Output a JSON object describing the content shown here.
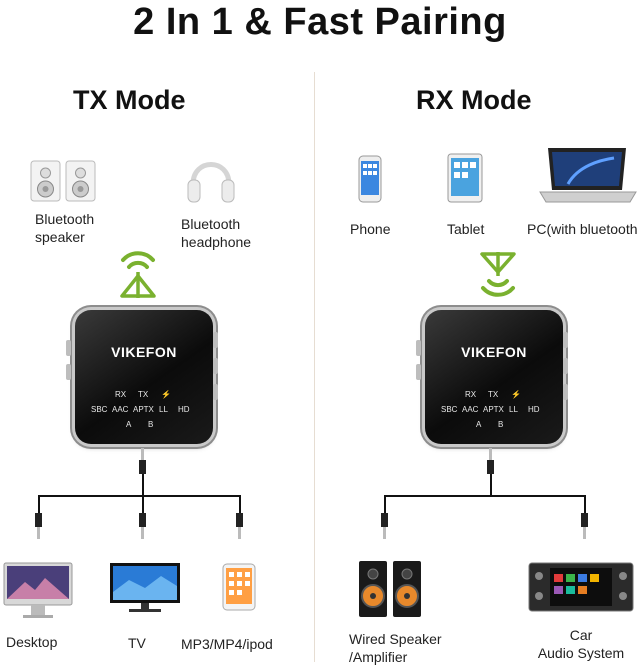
{
  "heading": "2 In 1 & Fast Pairing",
  "tx": {
    "title": "TX Mode",
    "top_items": [
      {
        "label_l1": "Bluetooth",
        "label_l2": "speaker"
      },
      {
        "label_l1": "Bluetooth",
        "label_l2": "headphone"
      }
    ],
    "bottom_items": [
      {
        "label": "Desktop"
      },
      {
        "label": "TV"
      },
      {
        "label": "MP3/MP4/ipod"
      }
    ]
  },
  "rx": {
    "title": "RX Mode",
    "top_items": [
      {
        "label": "Phone"
      },
      {
        "label": "Tablet"
      },
      {
        "label": "PC(with bluetooth"
      }
    ],
    "bottom_items": [
      {
        "label_l1": "Wired Speaker",
        "label_l2": "/Amplifier"
      },
      {
        "label_l1": "Car",
        "label_l2": "Audio System"
      }
    ]
  },
  "device": {
    "brand": "VIKEFON",
    "row1": [
      "RX",
      "TX",
      "⚡"
    ],
    "row2": [
      "SBC",
      "AAC",
      "APTX",
      "LL",
      "HD"
    ],
    "row3": [
      "A",
      "B"
    ]
  },
  "colors": {
    "signal": "#7ab12f",
    "divider": "#e6ddd2"
  }
}
